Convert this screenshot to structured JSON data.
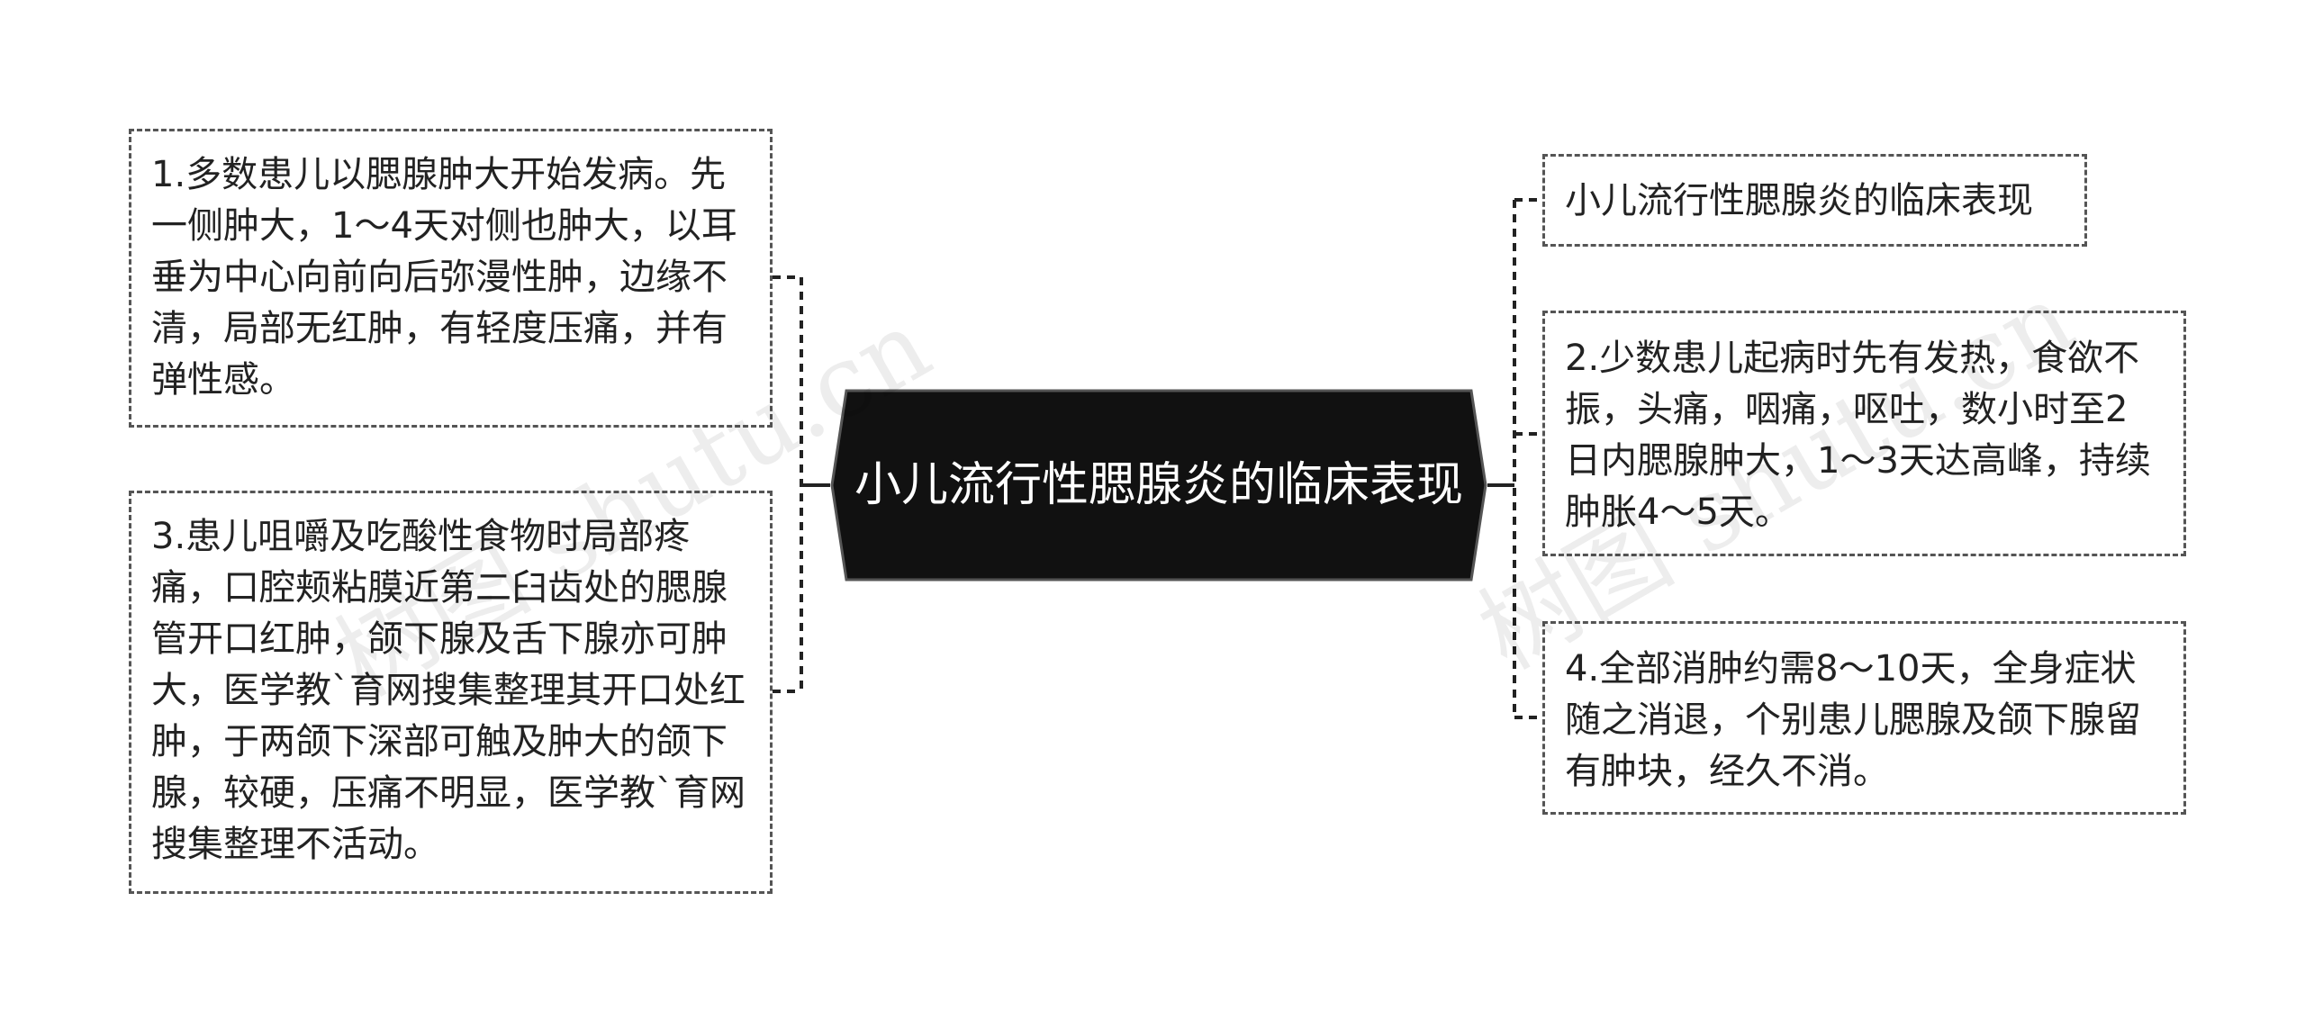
{
  "colors": {
    "center_fill": "#111111",
    "center_text": "#ffffff",
    "border": "#555555",
    "connector": "#222222",
    "text": "#222222"
  },
  "center": {
    "title": "小儿流行性腮腺炎的临床表现"
  },
  "nodes": {
    "n1": "1.多数患儿以腮腺肿大开始发病。先一侧肿大，1～4天对侧也肿大，以耳垂为中心向前向后弥漫性肿，边缘不清，局部无红肿，有轻度压痛，并有弹性感。",
    "n3": "3.患儿咀嚼及吃酸性食物时局部疼痛，口腔颊粘膜近第二臼齿处的腮腺管开口红肿，颌下腺及舌下腺亦可肿大，医学教`育网搜集整理其开口处红肿，于两颌下深部可触及肿大的颌下腺，较硬，压痛不明显，医学教`育网搜集整理不活动。",
    "title_node": "小儿流行性腮腺炎的临床表现",
    "n2": "2.少数患儿起病时先有发热，食欲不振，头痛，咽痛，呕吐，数小时至2日内腮腺肿大，1～3天达高峰，持续肿胀4～5天。",
    "n4": "4.全部消肿约需8～10天，全身症状随之消退，个别患儿腮腺及颌下腺留有肿块，经久不消。"
  },
  "watermark": [
    "树图 shutu.cn",
    "树图 shutu.cn"
  ]
}
